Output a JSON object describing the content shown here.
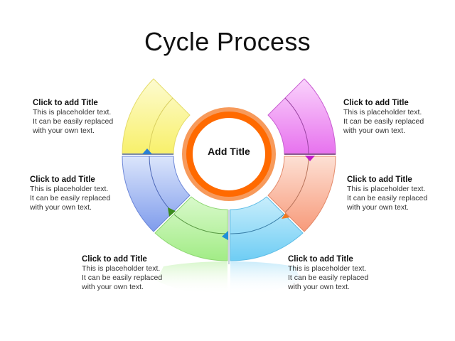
{
  "slide": {
    "title": "Cycle Process",
    "center": {
      "label": "Add Title",
      "ring_outer_color": "#f79a5b",
      "ring_inner_color": "#ff6a00"
    },
    "segments": [
      {
        "id": "yellow",
        "color": "#fbf37a",
        "position": "top-left"
      },
      {
        "id": "blue",
        "color": "#8fa9ef",
        "position": "left"
      },
      {
        "id": "green",
        "color": "#a9ee8e",
        "position": "bottom-left"
      },
      {
        "id": "cyan",
        "color": "#7fd3f5",
        "position": "bottom-right"
      },
      {
        "id": "salmon",
        "color": "#f8a788",
        "position": "right"
      },
      {
        "id": "magenta",
        "color": "#ea7cf0",
        "position": "top-right"
      }
    ],
    "callouts": [
      {
        "title": "Click to add Title",
        "line1": "This is placeholder text.",
        "line2": "It can be easily replaced",
        "line3": "with your own text."
      },
      {
        "title": "Click to add Title",
        "line1": "This is placeholder text.",
        "line2": "It can be easily replaced",
        "line3": "with your own text."
      },
      {
        "title": "Click to add Title",
        "line1": "This is placeholder text.",
        "line2": "It can be easily replaced",
        "line3": "with your own text."
      },
      {
        "title": "Click to add Title",
        "line1": "This is placeholder text.",
        "line2": "It can be easily replaced",
        "line3": "with your own text."
      },
      {
        "title": "Click to add Title",
        "line1": "This is placeholder text.",
        "line2": "It can be easily replaced",
        "line3": "with your own text."
      },
      {
        "title": "Click to add Title",
        "line1": "This is placeholder text.",
        "line2": "It can be easily replaced",
        "line3": "with your own text."
      }
    ]
  }
}
